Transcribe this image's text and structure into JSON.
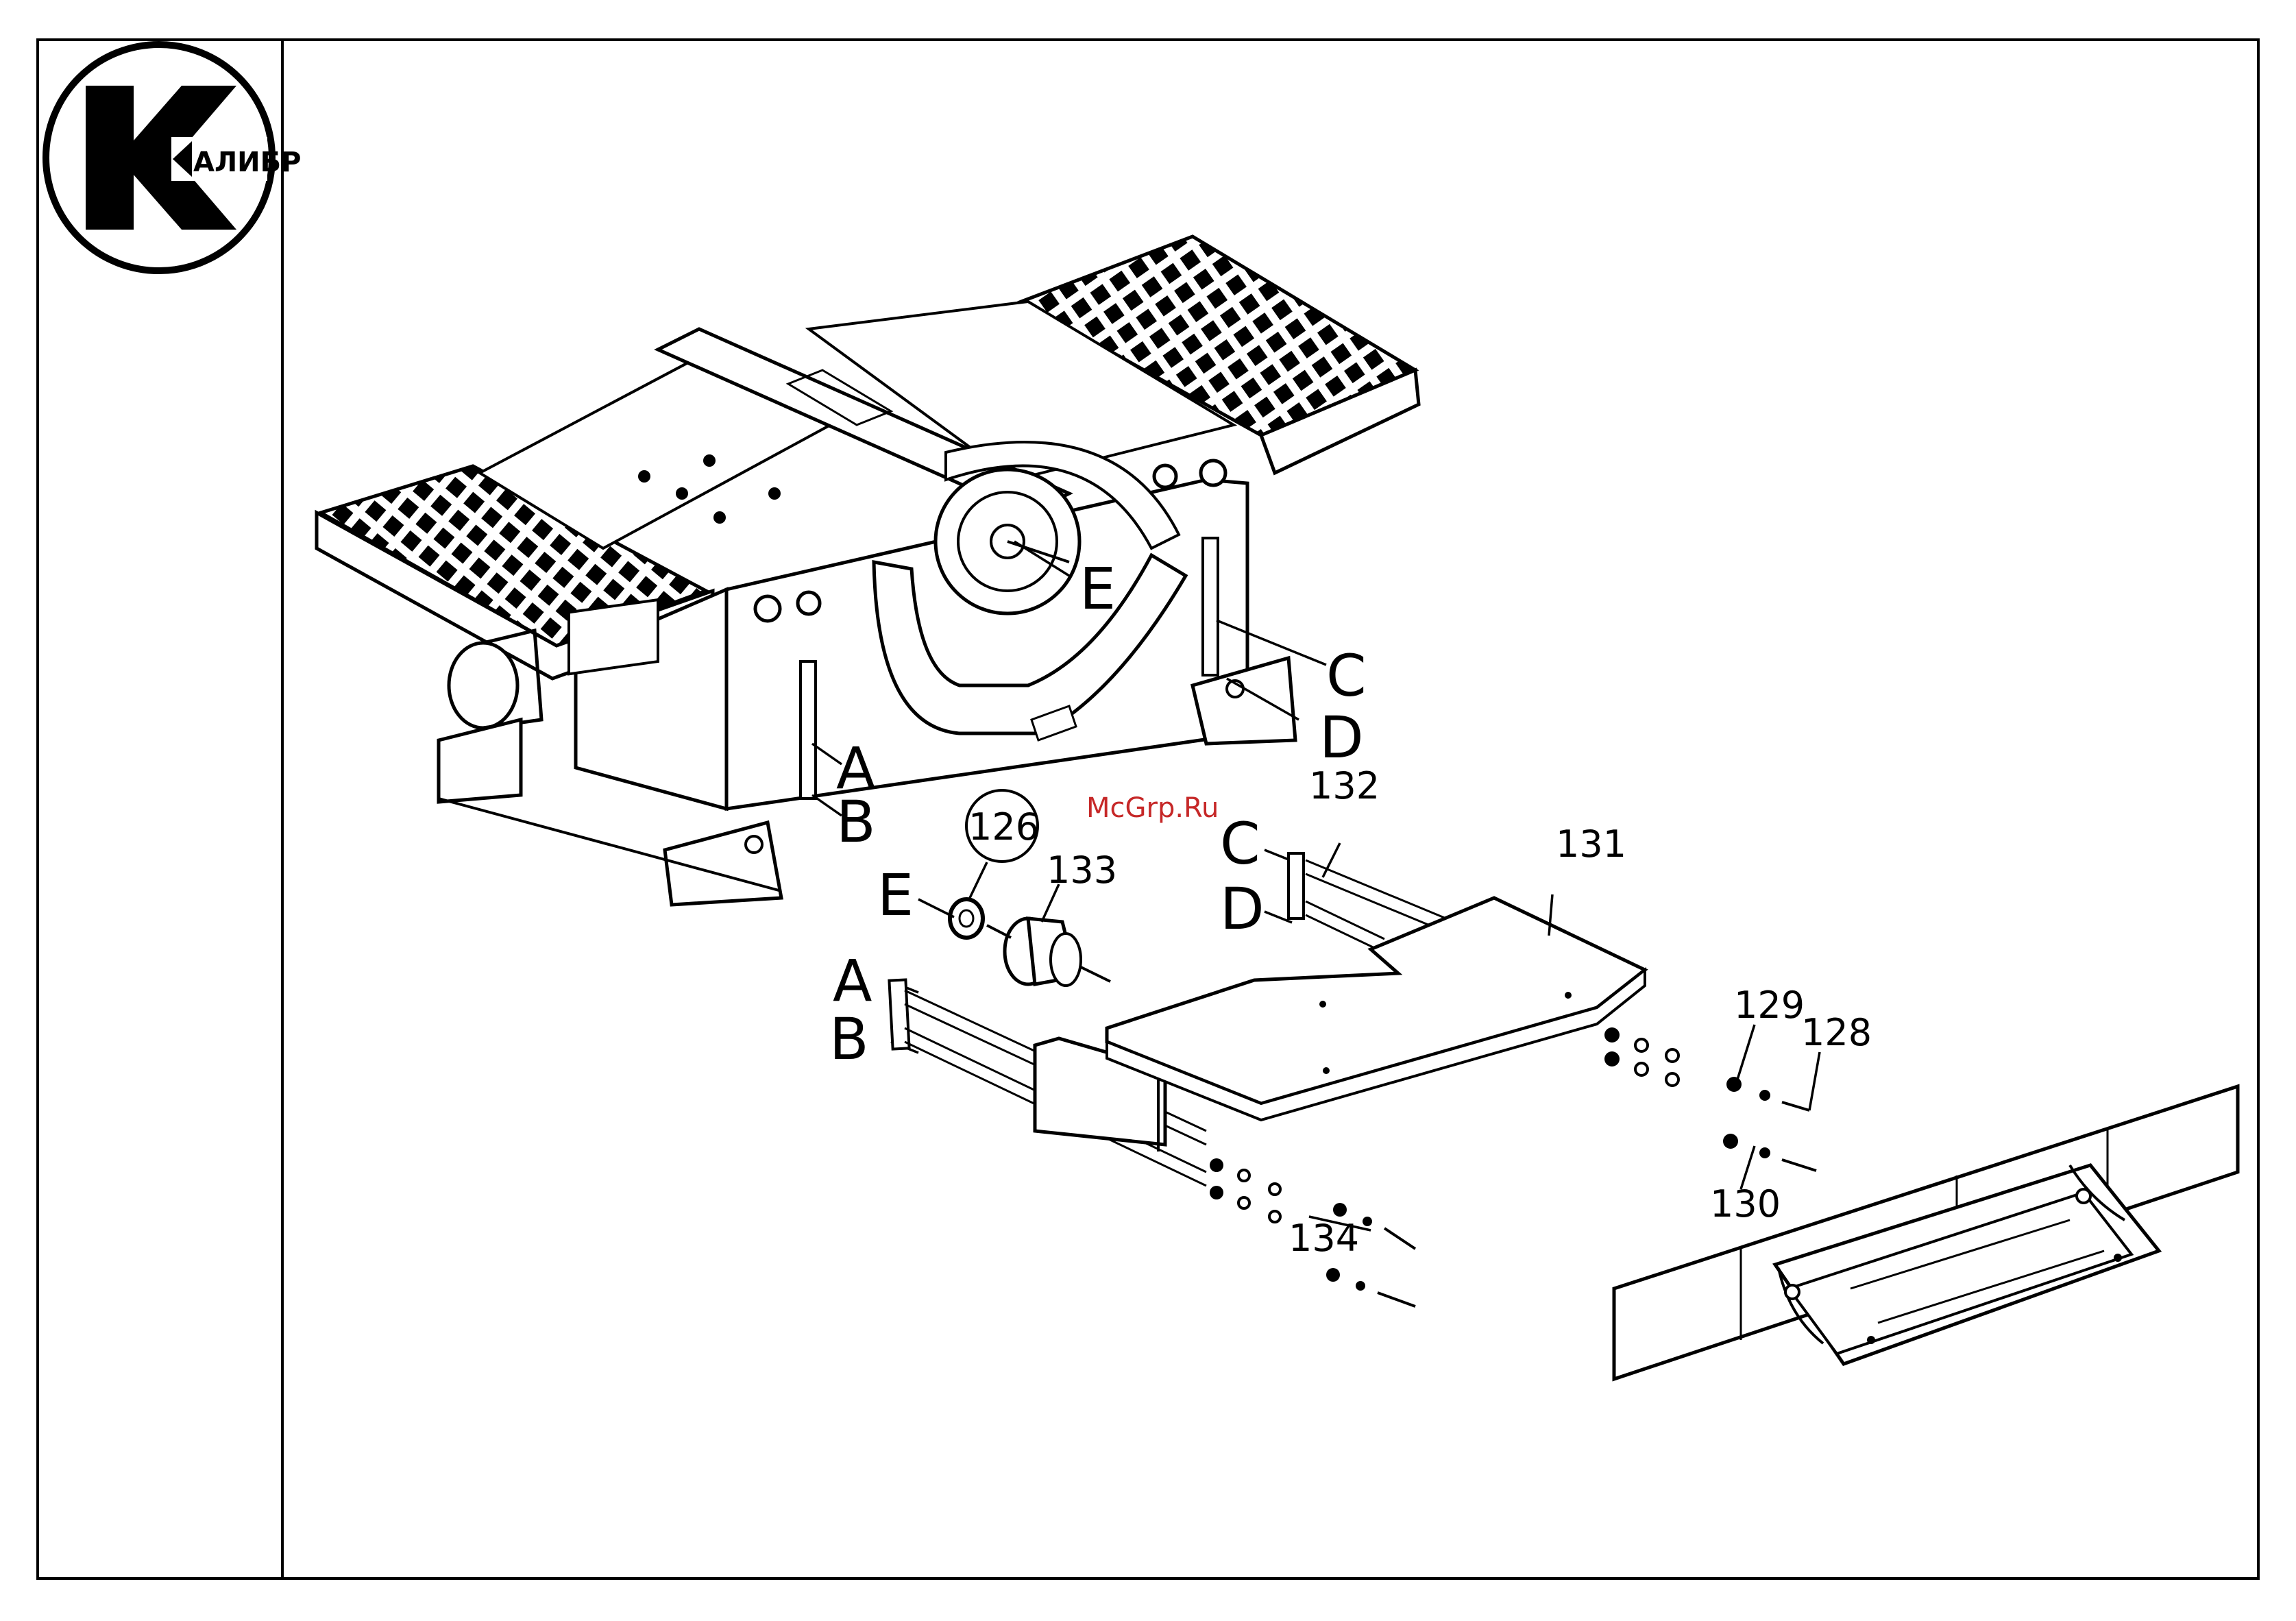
{
  "logo": {
    "text": "АЛИБР"
  },
  "watermark": "McGrp.Ru",
  "callouts": {
    "A_top": "A",
    "B_top": "B",
    "C_top": "C",
    "D_top": "D",
    "E_top": "E",
    "A_low": "A",
    "B_low": "B",
    "C_low": "C",
    "D_low": "D",
    "E_low": "E",
    "n126": "126",
    "n128": "128",
    "n129": "129",
    "n130": "130",
    "n131": "131",
    "n132": "132",
    "n133": "133",
    "n134": "134"
  },
  "colors": {
    "line": "#000000",
    "background": "#ffffff",
    "watermark": "#c62828"
  }
}
